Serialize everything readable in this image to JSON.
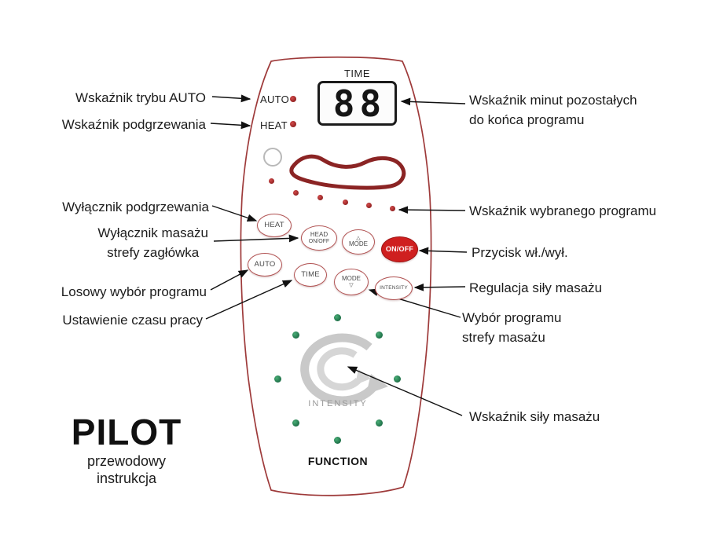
{
  "remote": {
    "time_label": "TIME",
    "display_value": "88",
    "indicators": [
      {
        "label": "AUTO"
      },
      {
        "label": "HEAT"
      }
    ],
    "buttons": {
      "heat": {
        "label": "HEAT"
      },
      "head_onoff": {
        "line1": "HEAD",
        "line2": "ON/OFF"
      },
      "mode_up": {
        "arrow": "△",
        "label": "MODE"
      },
      "power": {
        "label": "ON/OFF"
      },
      "auto": {
        "label": "AUTO"
      },
      "time": {
        "label": "TIME"
      },
      "mode_down": {
        "label": "MODE",
        "arrow": "▽"
      },
      "intensity": {
        "label": "INTENSITY"
      }
    },
    "intensity_indicator_label": "INTENSITY",
    "function_label": "FUNCTION"
  },
  "annotations": {
    "left": [
      {
        "lines": [
          "Wskaźnik trybu AUTO"
        ]
      },
      {
        "lines": [
          "Wskaźnik podgrzewania"
        ]
      },
      {
        "lines": [
          "Wyłącznik podgrzewania"
        ]
      },
      {
        "lines": [
          "Wyłącznik masażu",
          "strefy zagłówka"
        ]
      },
      {
        "lines": [
          "Losowy wybór programu"
        ]
      },
      {
        "lines": [
          "Ustawienie czasu pracy"
        ]
      }
    ],
    "right": [
      {
        "lines": [
          "Wskaźnik minut pozostałych",
          "do końca programu"
        ]
      },
      {
        "lines": [
          "Wskaźnik wybranego programu"
        ]
      },
      {
        "lines": [
          "Przycisk wł./wył."
        ]
      },
      {
        "lines": [
          "Regulacja siły masażu"
        ]
      },
      {
        "lines": [
          "Wybór programu",
          "strefy masażu"
        ]
      },
      {
        "lines": [
          "Wskaźnik siły masażu"
        ]
      }
    ]
  },
  "footer": {
    "title": "PILOT",
    "subtitle_line1": "przewodowy",
    "subtitle_line2": "instrukcja"
  },
  "colors": {
    "power_button_red": "#cf1f1f",
    "remote_outline": "#9e3a3a",
    "program_dot_red": "#7a1212",
    "intensity_dot_green": "#0c5634",
    "swirl_gray": "#c9c9c9"
  }
}
